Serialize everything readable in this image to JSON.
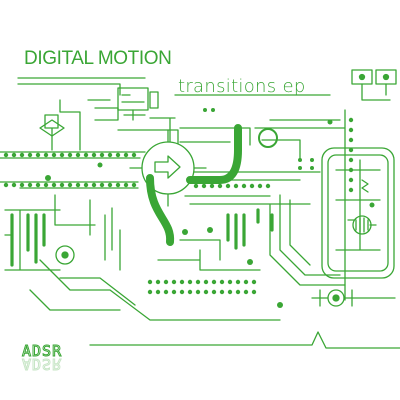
{
  "cover": {
    "artist": "DIGITAL MOTION",
    "title": "transitions ep",
    "logo": "ADSR",
    "colors": {
      "background": "#ffffff",
      "ink": "#3aa635",
      "ink_light": "#6cc067",
      "ink_dark": "#2e8f2b"
    },
    "icons": [
      "circuit-board-graphic",
      "arrow-icon",
      "transistor-icon",
      "plug-icon"
    ]
  }
}
